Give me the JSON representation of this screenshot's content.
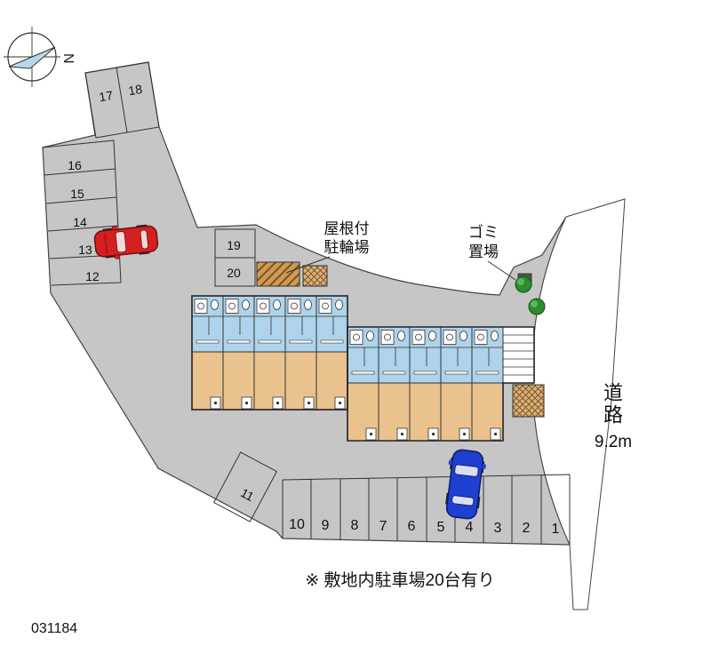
{
  "plan": {
    "id": "031184",
    "note": "※ 敷地内駐車場20台有り"
  },
  "compass": {
    "north_label": "N"
  },
  "labels": {
    "bike_parking_line1": "屋根付",
    "bike_parking_line2": "駐輪場",
    "garbage_line1": "ゴミ",
    "garbage_line2": "置場",
    "road": "道路",
    "road_width": "9.2m"
  },
  "parking": {
    "spaces": [
      "1",
      "2",
      "3",
      "4",
      "5",
      "6",
      "7",
      "8",
      "9",
      "10",
      "11",
      "12",
      "13",
      "14",
      "15",
      "16",
      "17",
      "18",
      "19",
      "20"
    ]
  },
  "colors": {
    "parcel_gray": "#c6c6c6",
    "unit_blue": "#aed3ea",
    "unit_tan": "#eac28e",
    "bike_roof_brown": "#cf9a55",
    "car_red": "#d42020",
    "car_blue": "#1e3fd0",
    "bush_green": "#2e8b2e"
  }
}
